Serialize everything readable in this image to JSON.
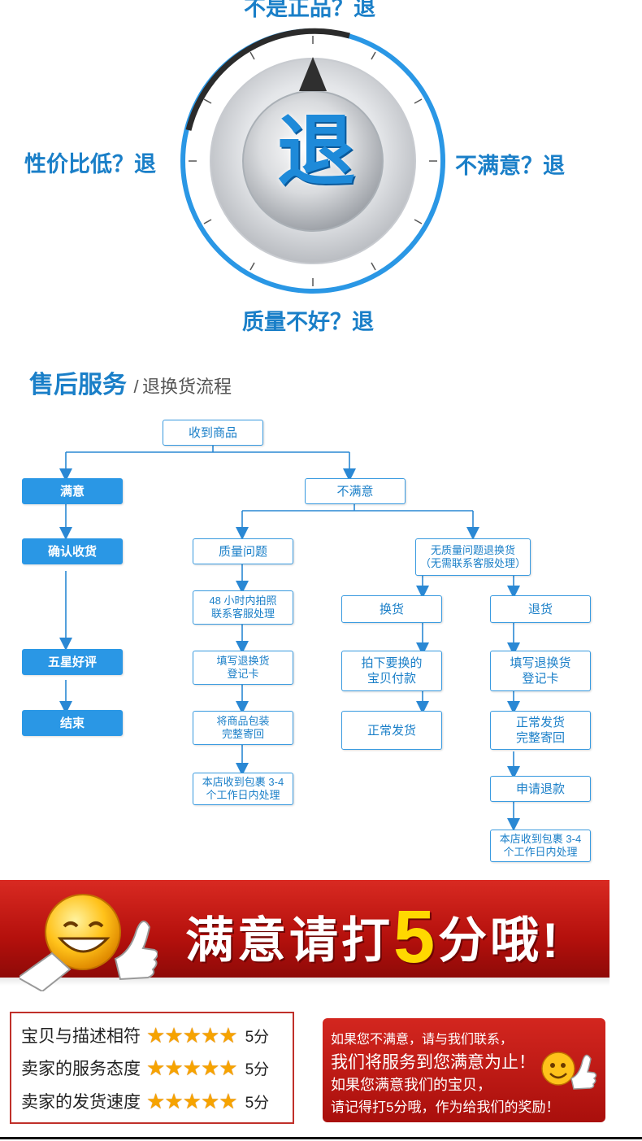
{
  "dial": {
    "center_char": "退",
    "label_top": "不是正品？退",
    "label_left": "性价比低？退",
    "label_right": "不满意？退",
    "label_bottom": "质量不好？退",
    "accent_color": "#1a7fc8"
  },
  "section": {
    "title": "售后服务",
    "slash": "/",
    "subtitle": "退换货流程"
  },
  "flow": {
    "receive": "收到商品",
    "satisfied": "满意",
    "confirm": "确认收货",
    "five_star": "五星好评",
    "end": "结束",
    "unsatisfied": "不满意",
    "quality_issue": "质量问题",
    "no_quality_line1": "无质量问题退换货",
    "no_quality_line2": "（无需联系客服处理）",
    "photo_line1": "48 小时内拍照",
    "photo_line2": "联系客服处理",
    "card_a_line1": "填写退换货",
    "card_a_line2": "登记卡",
    "pack_line1": "将商品包装",
    "pack_line2": "完整寄回",
    "process_a_line1": "本店收到包裹 3-4",
    "process_a_line2": "个工作日内处理",
    "exchange": "换货",
    "buy_line1": "拍下要换的",
    "buy_line2": "宝贝付款",
    "ship_normal": "正常发货",
    "return": "退货",
    "card_b_line1": "填写退换货",
    "card_b_line2": "登记卡",
    "ship_back_line1": "正常发货",
    "ship_back_line2": "完整寄回",
    "refund": "申请退款",
    "process_b_line1": "本店收到包裹 3-4",
    "process_b_line2": "个工作日内处理"
  },
  "banner": {
    "text_before": "满意请打",
    "number": "5",
    "text_after": "分哦!"
  },
  "ratings": [
    {
      "label": "宝贝与描述相符",
      "stars": 5,
      "score": "5分"
    },
    {
      "label": "卖家的服务态度",
      "stars": 5,
      "score": "5分"
    },
    {
      "label": "卖家的发货速度",
      "stars": 5,
      "score": "5分"
    }
  ],
  "note": {
    "line1": "如果您不满意，请与我们联系，",
    "line2": "我们将服务到您满意为止！",
    "line3": "如果您满意我们的宝贝，",
    "line4": "请记得打5分哦，作为给我们的奖励！"
  }
}
